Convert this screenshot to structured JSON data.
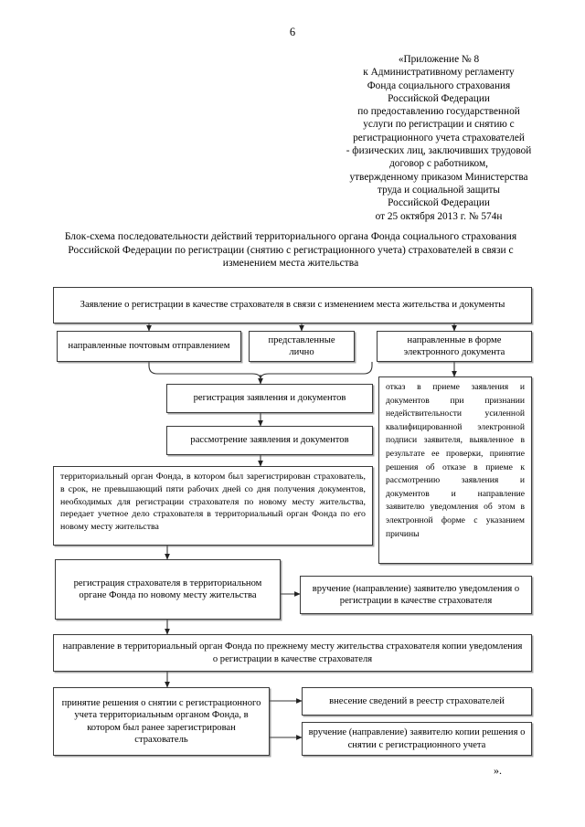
{
  "page": {
    "number": "6",
    "closing_mark": "»."
  },
  "appendix_header": {
    "lines": [
      "«Приложение № 8",
      "к Административному регламенту",
      "Фонда социального страхования",
      "Российской Федерации",
      "по предоставлению государственной",
      "услуги по регистрации и снятию с",
      "регистрационного учета  страхователей",
      "- физических лиц, заключивших трудовой",
      "договор с работником,",
      "утвержденному приказом Министерства",
      "труда и социальной защиты",
      "Российской Федерации",
      "от 25 октября 2013 г. № 574н"
    ]
  },
  "doc_title": {
    "lines": [
      "Блок-схема последовательности действий территориального органа Фонда социального",
      "страхования Российской Федерации по регистрации (снятию с регистрационного учета)",
      "страхователей в связи с изменением места жительства"
    ]
  },
  "flowchart": {
    "type": "flowchart",
    "nodes": {
      "application": {
        "text": "Заявление о регистрации в качестве страхователя в связи с изменением места жительства и документы"
      },
      "by_post": {
        "text": "направленные почтовым отправлением"
      },
      "in_person": {
        "text": "представленные лично"
      },
      "electronic": {
        "text": "направленные в форме электронного документа"
      },
      "refusal": {
        "text": "отказ в приеме заявления и документов при признании недействительности усиленной квалифицированной электронной подписи заявителя, выявленное в результате ее проверки, принятие решения об отказе в приеме к рассмотрению заявления и документов и направление заявителю уведомления об этом в электронной форме с указанием причины"
      },
      "registration_docs": {
        "text": "регистрация заявления и документов"
      },
      "review_docs": {
        "text": "рассмотрение заявления и документов"
      },
      "transfer_case": {
        "text": "территориальный орган Фонда, в котором был зарегистрирован страхователь, в срок, не превышающий пяти рабочих дней со дня получения документов, необходимых для регистрации страхователя по новому месту жительства, передает учетное дело страхователя в территориальный орган Фонда по его новому месту жительства"
      },
      "register_new_place": {
        "text": "регистрация страхователя в территориальном органе Фонда по новому месту жительства"
      },
      "notice_delivery": {
        "text": "вручение (направление) заявителю уведомления о регистрации в качестве страхователя"
      },
      "send_copy_old_place": {
        "text": "направление в территориальный орган Фонда по прежнему месту жительства страхователя копии уведомления о регистрации в качестве страхователя"
      },
      "deregistration_decision": {
        "text": "принятие решения о снятии с регистрационного учета территориальным органом Фонда, в котором был ранее зарегистрирован страхователь"
      },
      "registry_entry": {
        "text": "внесение сведений в реестр страхователей"
      },
      "decision_copy_delivery": {
        "text": "вручение (направление) заявителю копии решения о снятии с регистрационного учета"
      }
    }
  }
}
